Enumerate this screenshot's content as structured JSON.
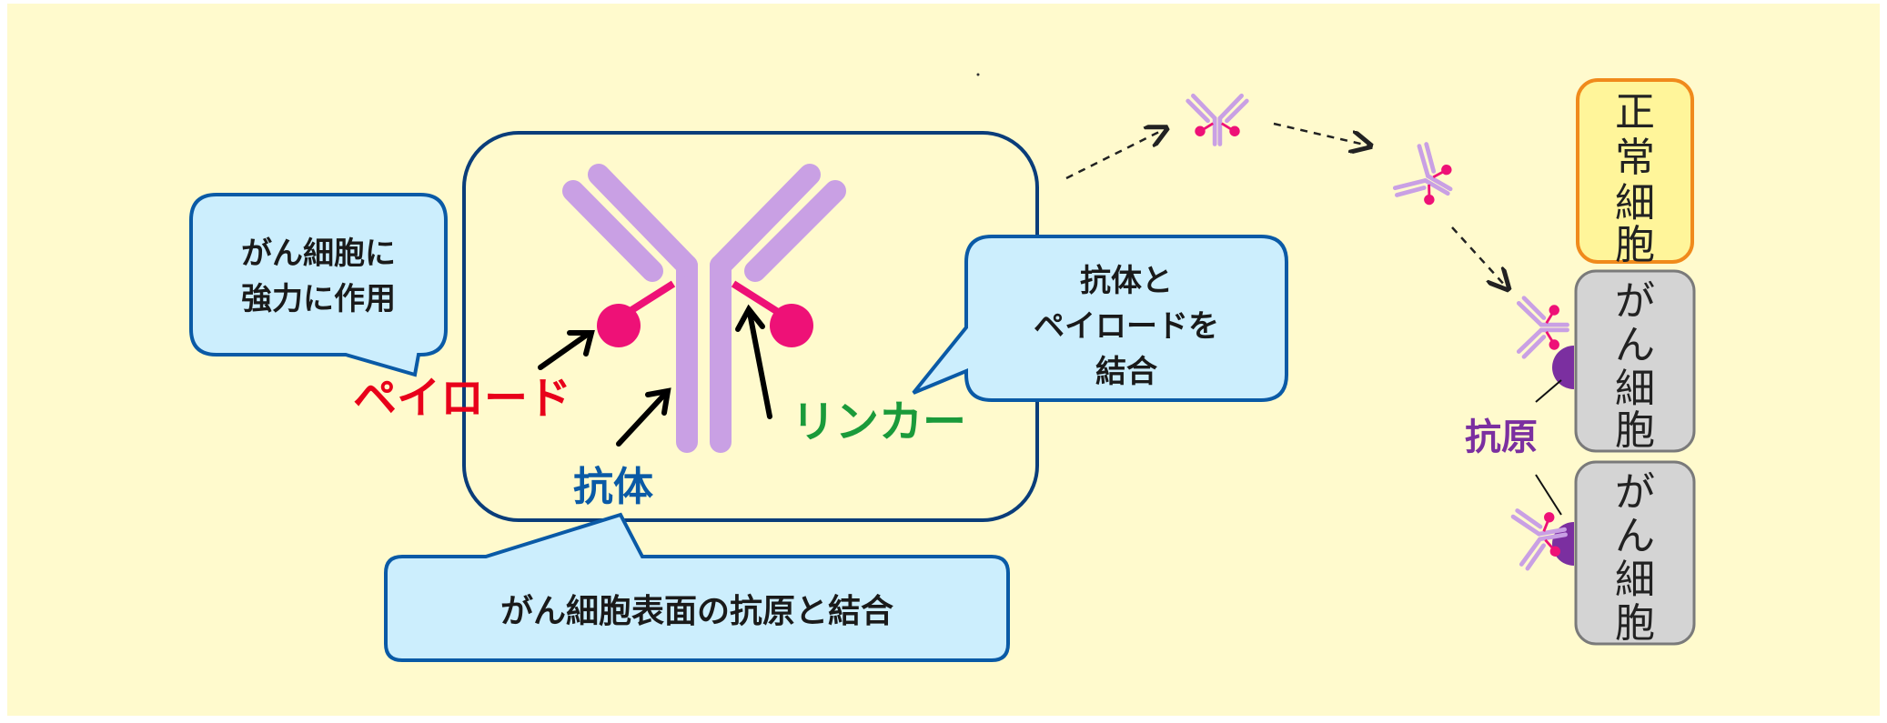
{
  "labels": {
    "payload": "ペイロード",
    "antibody": "抗体",
    "linker": "リンカー",
    "antigen": "抗原"
  },
  "callouts": {
    "potent": [
      "がん細胞に",
      "強力に作用"
    ],
    "conjugate": [
      "抗体と",
      "ペイロードを",
      "結合"
    ],
    "binding": "がん細胞表面の抗原と結合"
  },
  "cells": {
    "normal": [
      "正",
      "常",
      "細",
      "胞"
    ],
    "cancer1": [
      "が",
      "ん",
      "細",
      "胞"
    ],
    "cancer2": [
      "が",
      "ん",
      "細",
      "胞"
    ]
  },
  "colors": {
    "background": "#fffacd",
    "antibody": "#c9a0e4",
    "payload": "#ee1177",
    "linker_label": "#1a9a3a",
    "payload_label": "#e8001a",
    "antibody_label": "#0a5aa6",
    "antigen": "#7b2fa0",
    "callout_fill": "#cceefd",
    "callout_stroke": "#0a5aa6",
    "normal_cell": "#fff59a",
    "cancer_cell": "#d4d4d4"
  }
}
